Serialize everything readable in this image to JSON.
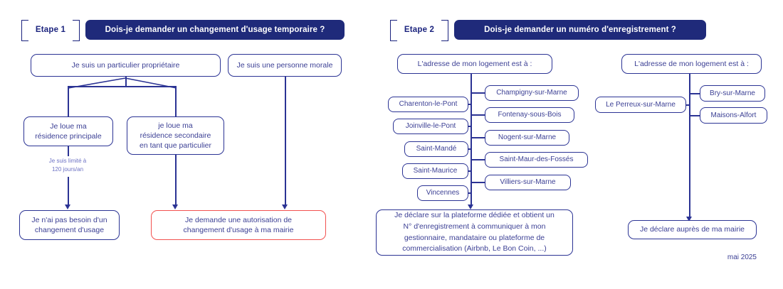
{
  "document": {
    "footnote": "mai 2025"
  },
  "steps": [
    {
      "id": "etape-1",
      "label": "Etape 1",
      "question": "Dois-je demander un changement d'usage temporaire ?",
      "nodes": {
        "particulier": "Je suis un particulier propriétaire",
        "personne_morale": "Je suis une personne morale",
        "residence_principale": "Je loue ma\nrésidence principale",
        "residence_secondaire": "je loue ma\nrésidence secondaire\nen tant que particulier",
        "pas_besoin": "Je n'ai pas besoin d'un\nchangement d'usage",
        "autorisation": "Je demande une autorisation de\nchangement d'usage à ma mairie"
      },
      "annotations": {
        "limite": "Je suis limité à\n120 jours/an"
      }
    },
    {
      "id": "etape-2",
      "label": "Etape 2",
      "question": "Dois-je demander un numéro d'enregistrement ?",
      "branches": [
        {
          "id": "branch-enregistrement",
          "root": "L'adresse de mon logement est à :",
          "cities_left": [
            "Charenton-le-Pont",
            "Joinville-le-Pont",
            "Saint-Mandé",
            "Saint-Maurice",
            "Vincennes"
          ],
          "cities_right": [
            "Champigny-sur-Marne",
            "Fontenay-sous-Bois",
            "Nogent-sur-Marne",
            "Saint-Maur-des-Fossés",
            "Villiers-sur-Marne"
          ],
          "outcome": "Je déclare sur la plateforme dédiée et obtient un\nN° d'enregistrement à communiquer à mon\ngestionnaire, mandataire ou plateforme de\ncommercialisation (Airbnb, Le Bon Coin, ...)"
        },
        {
          "id": "branch-mairie",
          "root": "L'adresse de mon logement est à :",
          "cities_left": [
            "Le Perreux-sur-Marne"
          ],
          "cities_right": [
            "Bry-sur-Marne",
            "Maisons-Alfort"
          ],
          "outcome": "Je déclare auprès de ma mairie"
        }
      ]
    }
  ],
  "colors": {
    "primary": "#2b3394",
    "header_bg": "#1f2a7a",
    "alert": "#f2514f",
    "annotation": "#6d72c4",
    "background": "#ffffff"
  }
}
